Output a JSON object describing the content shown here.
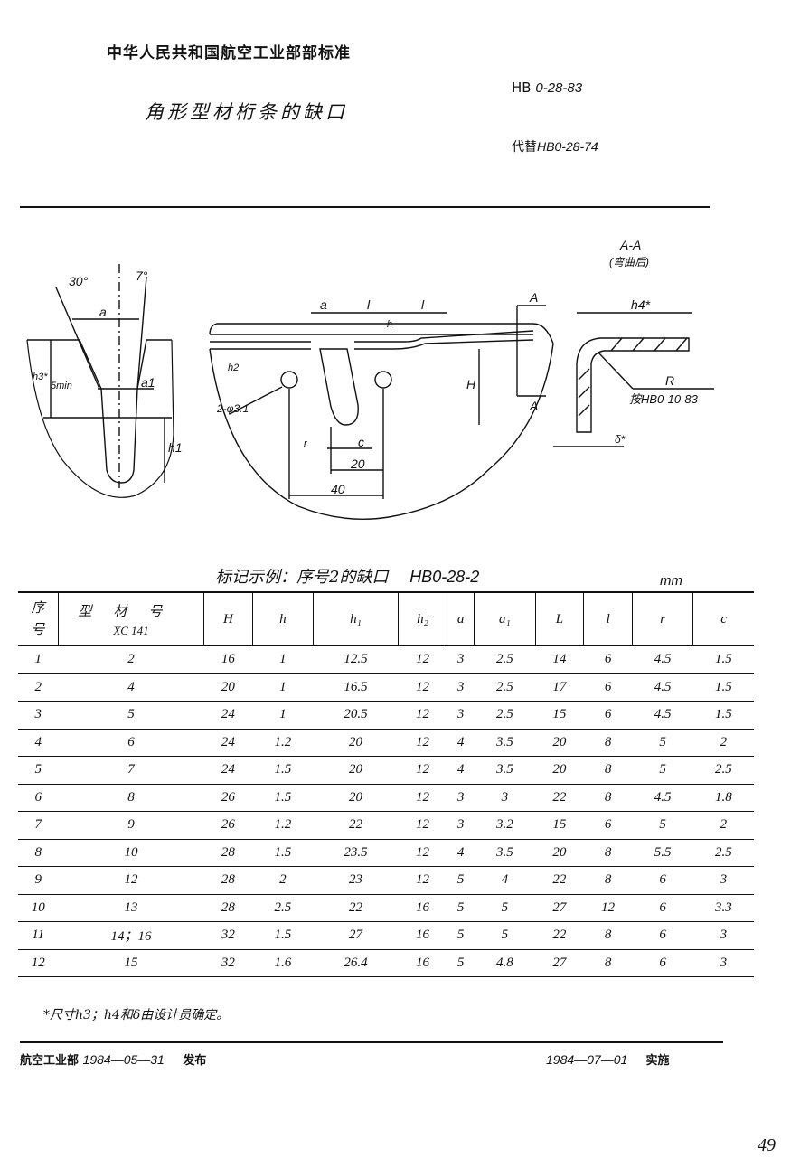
{
  "header": {
    "organization": "中华人民共和国航空工业部部标准",
    "title": "角形型材桁条的缺口",
    "code_prefix": "HB",
    "code": "0-28-83",
    "replaces_prefix": "代替",
    "replaces": "HB0-28-74"
  },
  "drawing": {
    "angle_left": "30°",
    "angle_right": "7°",
    "label_a_left": "a",
    "label_a1": "a1",
    "label_h3": "h3*",
    "label_5min": "5min",
    "label_h1": "h1",
    "label_a": "a",
    "label_l1": "l",
    "label_l2": "l",
    "label_h": "h",
    "label_h2": "h2",
    "label_hole": "2-φ3.1",
    "label_H": "H",
    "label_r": "r",
    "label_c": "c",
    "dim_20": "20",
    "dim_40": "40",
    "section_A_top": "A",
    "section_A_bottom": "A",
    "section_title": "A-A",
    "section_subtitle": "(弯曲后)",
    "label_h4": "h4*",
    "label_R": "R",
    "label_R_ref": "按HB0-10-83",
    "label_delta": "δ*"
  },
  "example": {
    "prefix": "标记示例：序号2的缺口",
    "code": "HB0-28-2"
  },
  "unit": "mm",
  "table": {
    "headers": {
      "seq_top": "序",
      "seq_bottom": "号",
      "shape_top": "型材号",
      "shape_sub": "XC 141",
      "H": "H",
      "h": "h",
      "h1": "h₁",
      "h2": "h₂",
      "a": "a",
      "a1": "a₁",
      "L": "L",
      "l": "l",
      "r": "r",
      "c": "c"
    },
    "rows": [
      [
        "1",
        "2",
        "16",
        "1",
        "12.5",
        "12",
        "3",
        "2.5",
        "14",
        "6",
        "4.5",
        "1.5"
      ],
      [
        "2",
        "4",
        "20",
        "1",
        "16.5",
        "12",
        "3",
        "2.5",
        "17",
        "6",
        "4.5",
        "1.5"
      ],
      [
        "3",
        "5",
        "24",
        "1",
        "20.5",
        "12",
        "3",
        "2.5",
        "15",
        "6",
        "4.5",
        "1.5"
      ],
      [
        "4",
        "6",
        "24",
        "1.2",
        "20",
        "12",
        "4",
        "3.5",
        "20",
        "8",
        "5",
        "2"
      ],
      [
        "5",
        "7",
        "24",
        "1.5",
        "20",
        "12",
        "4",
        "3.5",
        "20",
        "8",
        "5",
        "2.5"
      ],
      [
        "6",
        "8",
        "26",
        "1.5",
        "20",
        "12",
        "3",
        "3",
        "22",
        "8",
        "4.5",
        "1.8"
      ],
      [
        "7",
        "9",
        "26",
        "1.2",
        "22",
        "12",
        "3",
        "3.2",
        "15",
        "6",
        "5",
        "2"
      ],
      [
        "8",
        "10",
        "28",
        "1.5",
        "23.5",
        "12",
        "4",
        "3.5",
        "20",
        "8",
        "5.5",
        "2.5"
      ],
      [
        "9",
        "12",
        "28",
        "2",
        "23",
        "12",
        "5",
        "4",
        "22",
        "8",
        "6",
        "3"
      ],
      [
        "10",
        "13",
        "28",
        "2.5",
        "22",
        "16",
        "5",
        "5",
        "27",
        "12",
        "6",
        "3.3"
      ],
      [
        "11",
        "14；16",
        "32",
        "1.5",
        "27",
        "16",
        "5",
        "5",
        "22",
        "8",
        "6",
        "3"
      ],
      [
        "12",
        "15",
        "32",
        "1.6",
        "26.4",
        "16",
        "5",
        "4.8",
        "27",
        "8",
        "6",
        "3"
      ]
    ]
  },
  "footnote": "*尺寸h3；h4和δ由设计员确定。",
  "footer": {
    "issuer": "航空工业部",
    "issue_date": "1984—05—31",
    "issue_label": "发布",
    "effective_date": "1984—07—01",
    "effective_label": "实施"
  },
  "page_number": "49"
}
